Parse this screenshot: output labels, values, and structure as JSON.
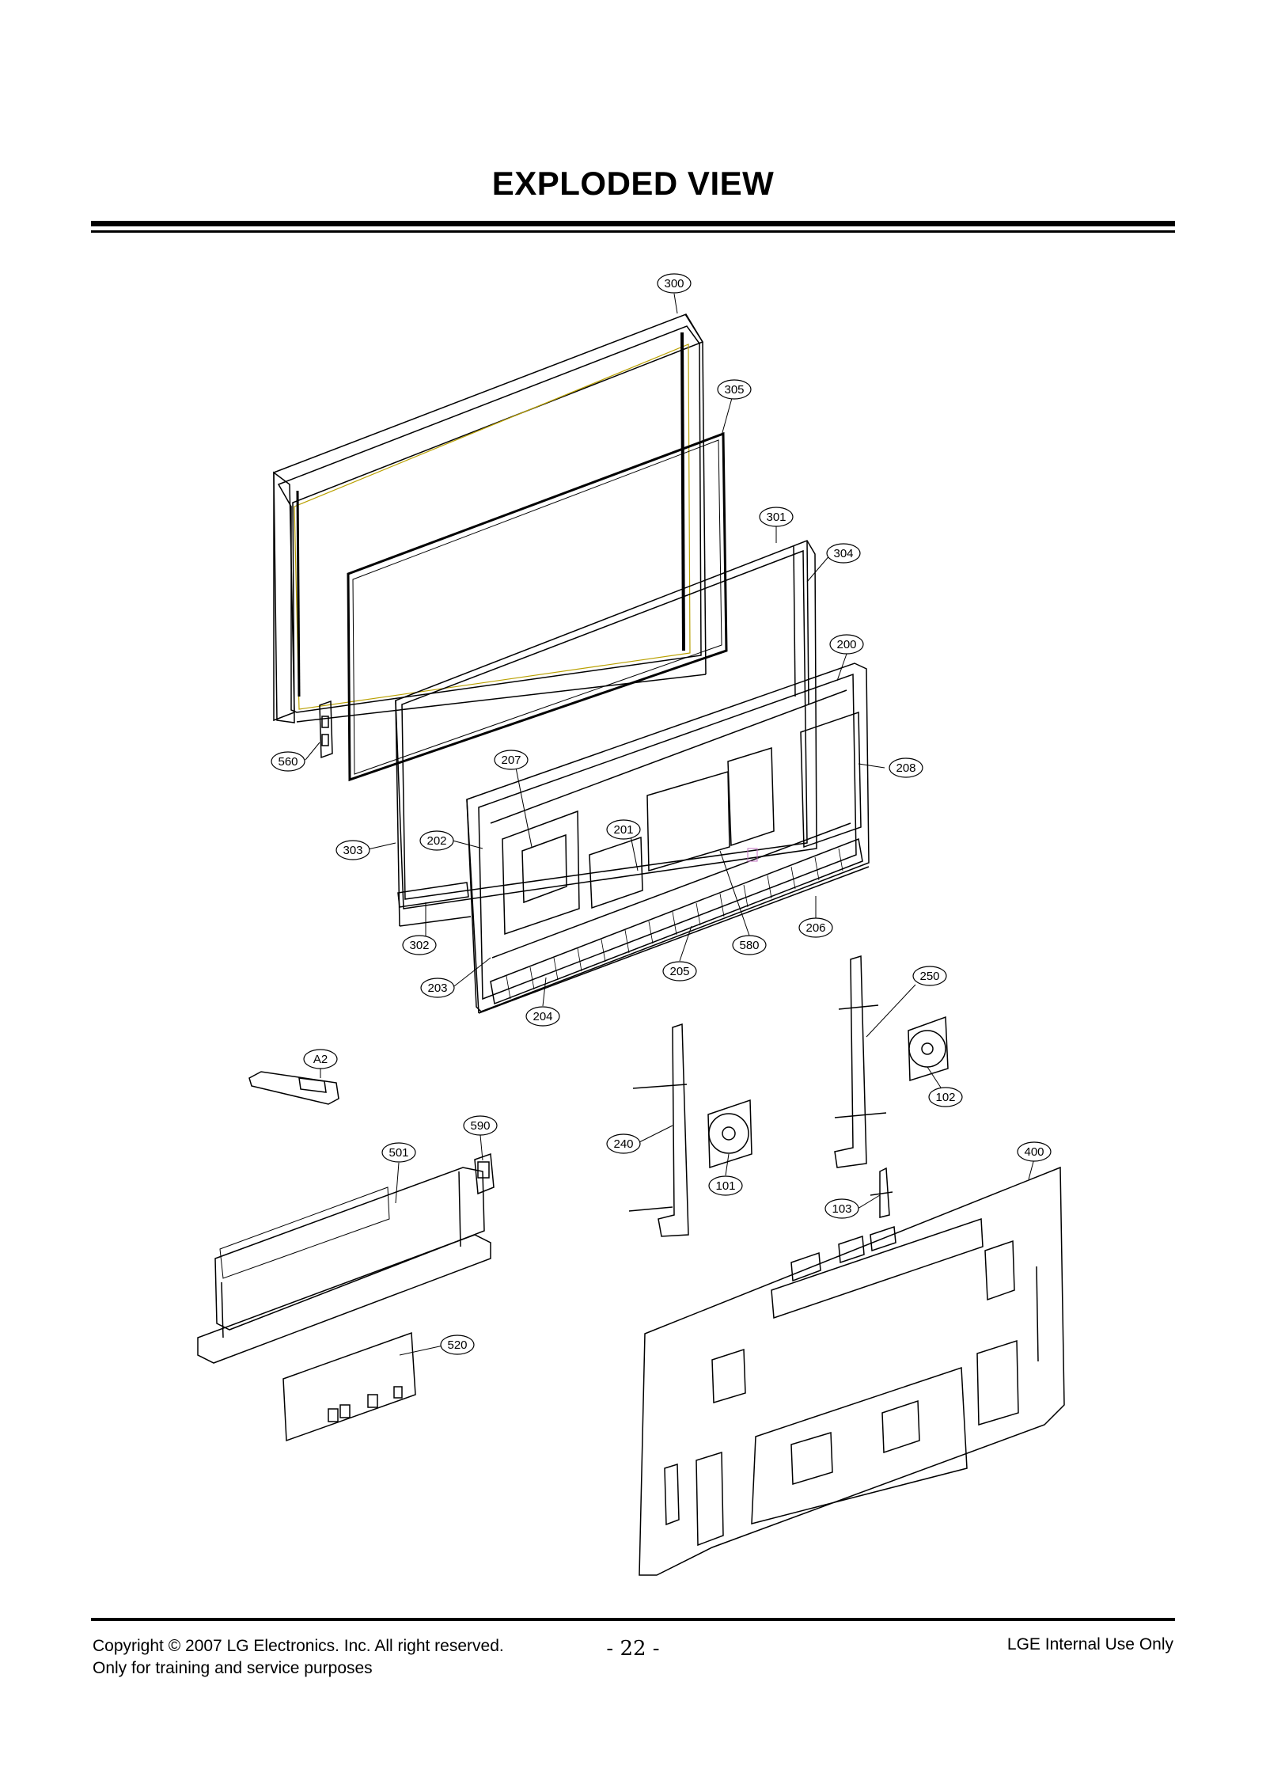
{
  "header": {
    "title": "EXPLODED VIEW"
  },
  "callouts": {
    "c300": "300",
    "c305": "305",
    "c301": "301",
    "c304": "304",
    "c200": "200",
    "c560": "560",
    "c207": "207",
    "c208": "208",
    "c303": "303",
    "c202": "202",
    "c201": "201",
    "c302": "302",
    "c206": "206",
    "c580": "580",
    "c203": "203",
    "c205": "205",
    "c204": "204",
    "c250": "250",
    "cA2": "A2",
    "c102": "102",
    "c590": "590",
    "c240": "240",
    "c501": "501",
    "c101": "101",
    "c400": "400",
    "c103": "103",
    "c520": "520"
  },
  "footer": {
    "copyright_line1": "Copyright © 2007 LG Electronics. Inc. All right reserved.",
    "copyright_line2": "Only for training and service purposes",
    "page_number": "- 22 -",
    "classification": "LGE Internal Use Only"
  }
}
